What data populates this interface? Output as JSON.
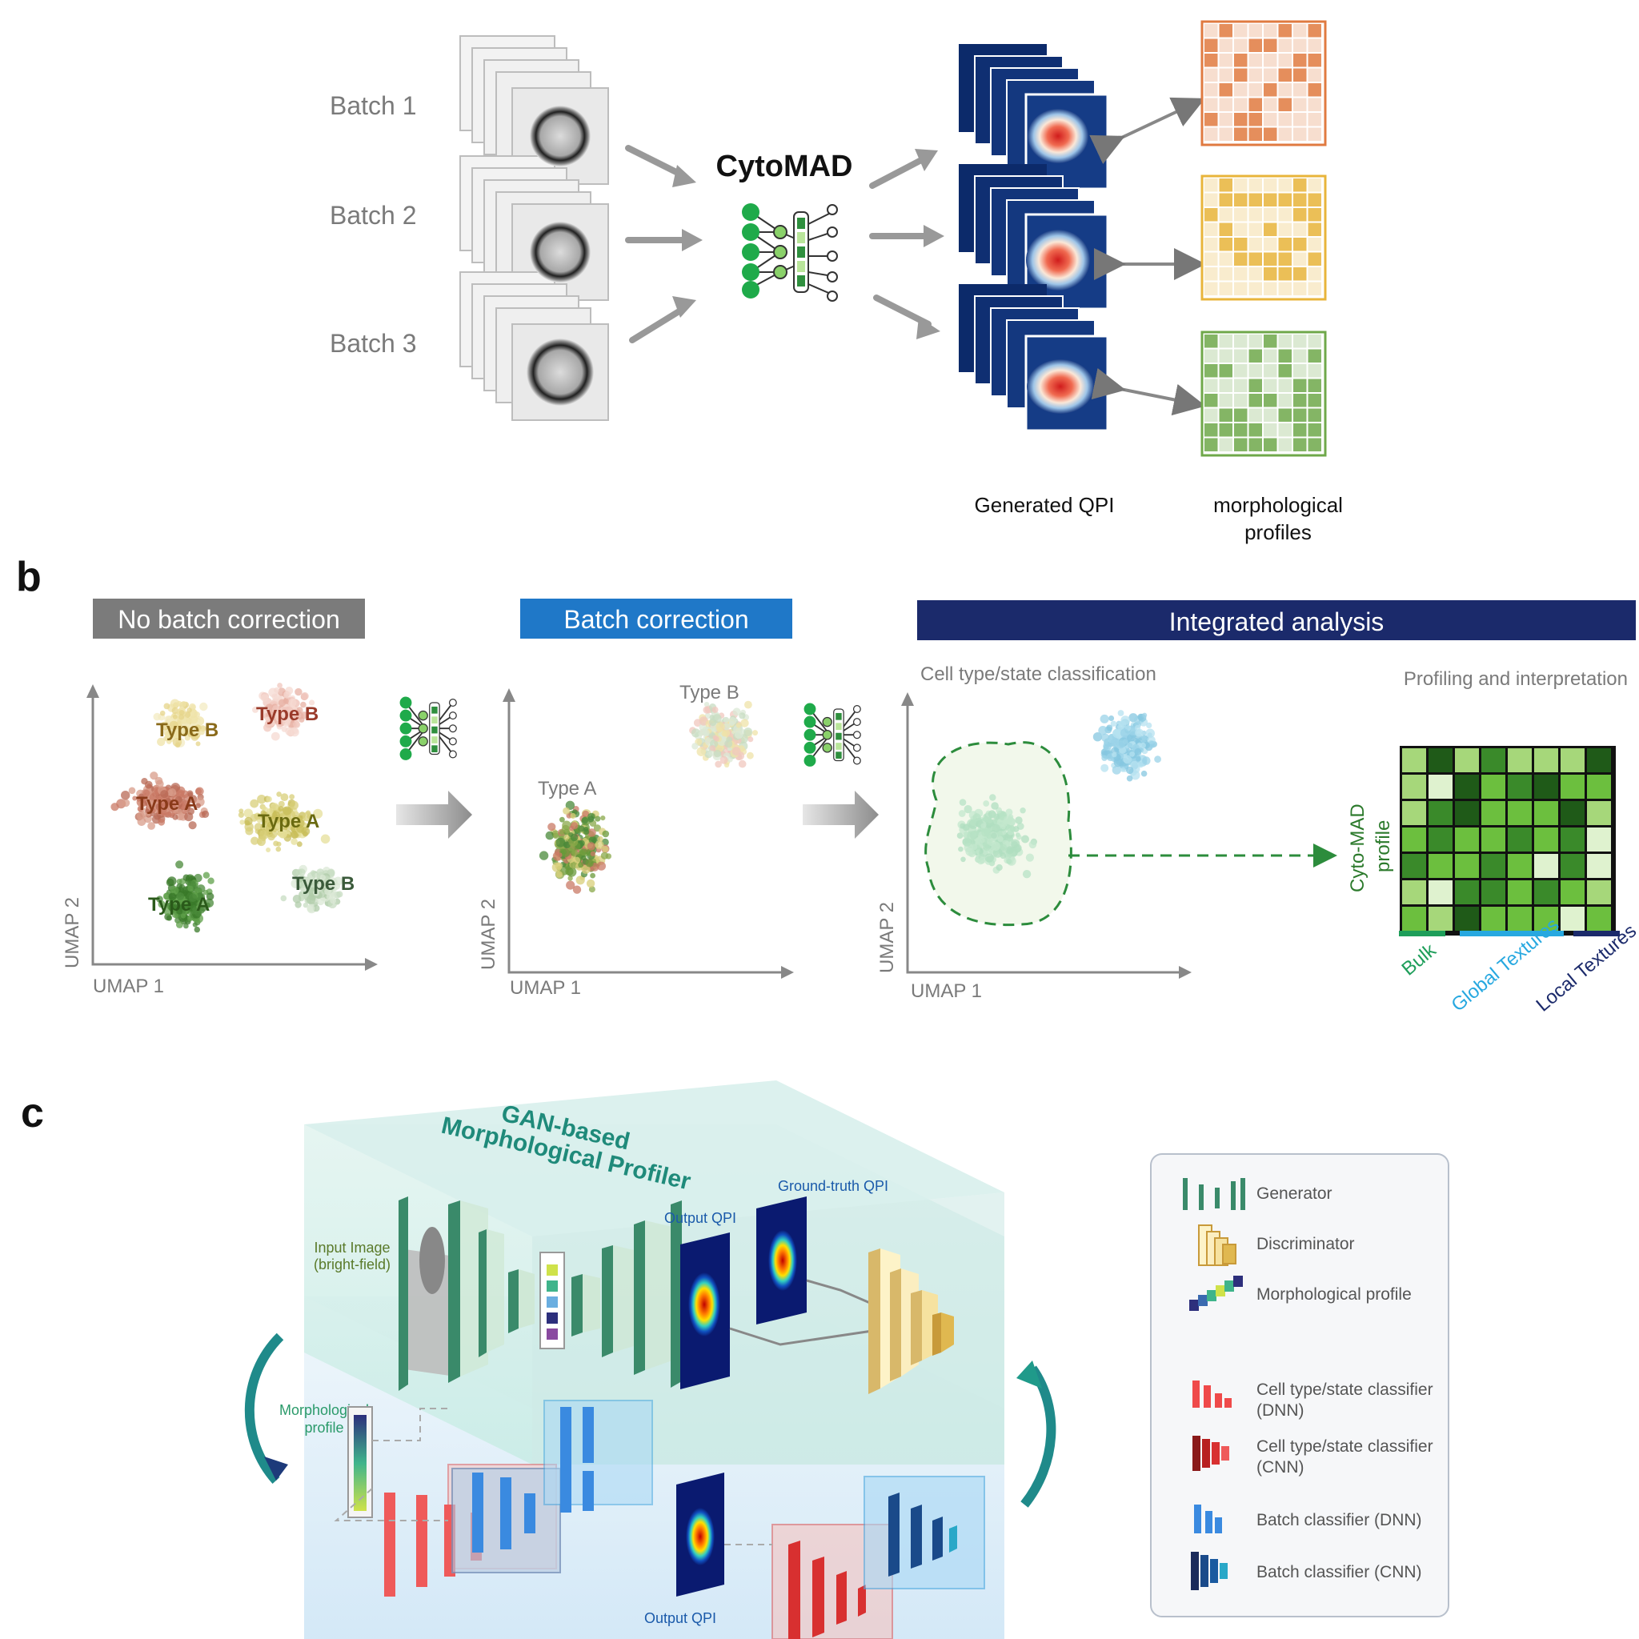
{
  "panel_a": {
    "batches": [
      "Batch 1",
      "Batch 2",
      "Batch 3"
    ],
    "model_name": "CytoMAD",
    "generated_label": "Generated QPI",
    "profiles_label_1": "morphological",
    "profiles_label_2": "profiles",
    "profile_colors": [
      "#e07a40",
      "#e8b43a",
      "#6fa84a"
    ]
  },
  "panel_b": {
    "letter": "b",
    "header_no_correction": "No batch correction",
    "header_correction": "Batch correction",
    "header_integrated": "Integrated analysis",
    "header_colors": [
      "#7b7b7b",
      "#1f78c8",
      "#1b2a6b"
    ],
    "umap_x": "UMAP 1",
    "umap_y": "UMAP 2",
    "cluster_labels_left": [
      "Type B",
      "Type B",
      "Type A",
      "Type A",
      "Type A",
      "Type B"
    ],
    "type_a": "Type A",
    "type_b": "Type B",
    "subtitle_classification": "Cell type/state classification",
    "subtitle_profiling": "Profiling and interpretation",
    "profile_axis_1": "Cyto-MAD",
    "profile_axis_2": "profile",
    "feature_groups": [
      "Bulk",
      "Global Textures",
      "Local Textures"
    ],
    "feature_colors": [
      "#1e9e5a",
      "#27a8e0",
      "#1b2a6b"
    ]
  },
  "panel_c": {
    "letter": "c",
    "title_1": "GAN-based",
    "title_2": "Morphological Profiler",
    "input_1": "Input Image",
    "input_2": "(bright-field)",
    "output_qpi": "Output QPI",
    "ground_truth": "Ground-truth QPI",
    "morph_1": "Morphological",
    "morph_2": "profile",
    "output_qpi_bottom": "Output QPI",
    "legend": [
      {
        "icon": "generator-icon",
        "label": "Generator"
      },
      {
        "icon": "discriminator-icon",
        "label": "Discriminator"
      },
      {
        "icon": "morphological-profile-icon",
        "label": "Morphological profile"
      },
      {
        "icon": "cell-classifier-dnn-icon",
        "label": "Cell type/state classifier",
        "label2": "(DNN)"
      },
      {
        "icon": "cell-classifier-cnn-icon",
        "label": "Cell type/state classifier",
        "label2": "(CNN)"
      },
      {
        "icon": "batch-classifier-dnn-icon",
        "label": "Batch classifier (DNN)"
      },
      {
        "icon": "batch-classifier-cnn-icon",
        "label": "Batch classifier (CNN)"
      }
    ]
  }
}
